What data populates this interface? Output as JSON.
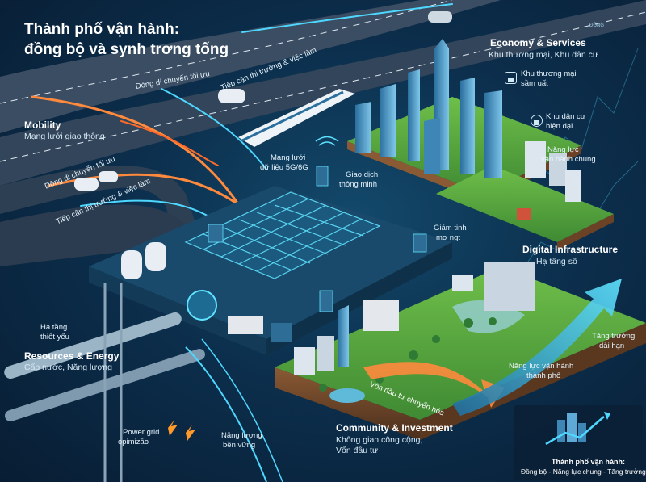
{
  "title": {
    "line1": "Thành phố vận hành:",
    "line2": "đồng bộ và synh trơng tống"
  },
  "sections": {
    "economy": {
      "title": "Economy & Services",
      "subtitle": "Khu thương mại, Khu dân cư"
    },
    "mobility": {
      "title": "Mobility",
      "subtitle": "Mạng lưới giao thông"
    },
    "digital": {
      "title": "Digital Infrastructure",
      "subtitle": "Hạ tầng số"
    },
    "resources": {
      "title": "Resources & Energy",
      "subtitle": "Cấp nước, Năng lượng"
    },
    "community": {
      "title": "Community & Investment",
      "subtitle_line1": "Không gian công cộng,",
      "subtitle_line2": "Vốn đầu tư"
    }
  },
  "labels": {
    "flow_top": "Dòng di chuyển tối ưu",
    "access_top": "Tiếp cận thị trường & việc làm",
    "flow_left": "Dòng di chuyển tối ưu",
    "access_left": "Tiếp cận thị trường & việc làm",
    "network_line1": "Mạng lưới",
    "network_line2": "dữ liệu 5G/6G",
    "smart_tx_line1": "Giao dịch",
    "smart_tx_line2": "thông minh",
    "monitor_line1": "Giám tinh",
    "monitor_line2": "mơ ngt",
    "commerce_line1": "Khu thương mại",
    "commerce_line2": "sầm uất",
    "residential_line1": "Khu dân cư",
    "residential_line2": "hiện đại",
    "capacity_line1": "Năng lực",
    "capacity_line2": "vận hành chung",
    "essential_line1": "Hạ tầng",
    "essential_line2": "thiết yếu",
    "power_line1": "Power grid",
    "power_line2": "opimizāo",
    "energy_line1": "Năng lượng",
    "energy_line2": "bền vững",
    "growth_line1": "Tăng trưởng",
    "growth_line2": "dài hạn",
    "city_cap_line1": "Năng lực vận hành",
    "city_cap_line2": "thành phố",
    "investment_flow": "Vốn đầu tư chuyển hóa",
    "sign": "ĐÔNG"
  },
  "badge": {
    "line1": "Thành phố vận hành:",
    "line2": "Đồng bộ - Năng lực chung - Tăng trưởng"
  },
  "colors": {
    "accent_cyan": "#4fd8ff",
    "accent_orange": "#ff8a3d",
    "green": "#7cc04a",
    "background": "#0c2f4d"
  }
}
